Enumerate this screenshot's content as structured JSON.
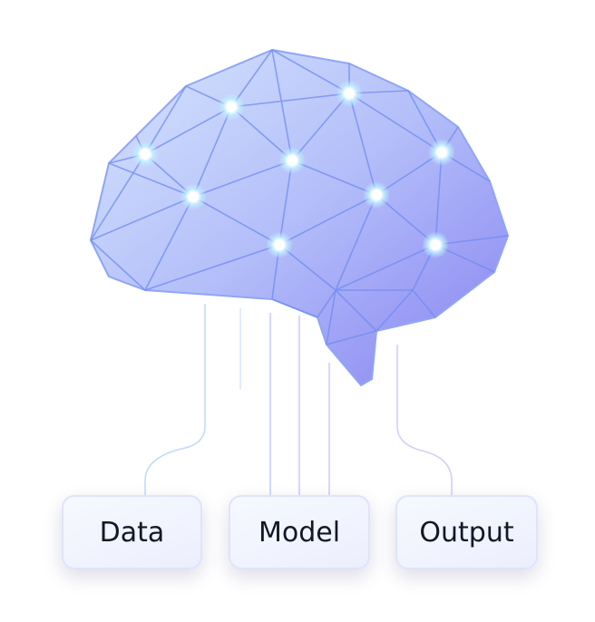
{
  "labels": {
    "data": "Data",
    "model": "Model",
    "output": "Output"
  },
  "colors": {
    "brain_light": "#c9dcfc",
    "brain_dark": "#8b86f2",
    "edge": "#6f8cf2",
    "text": "#121826"
  }
}
